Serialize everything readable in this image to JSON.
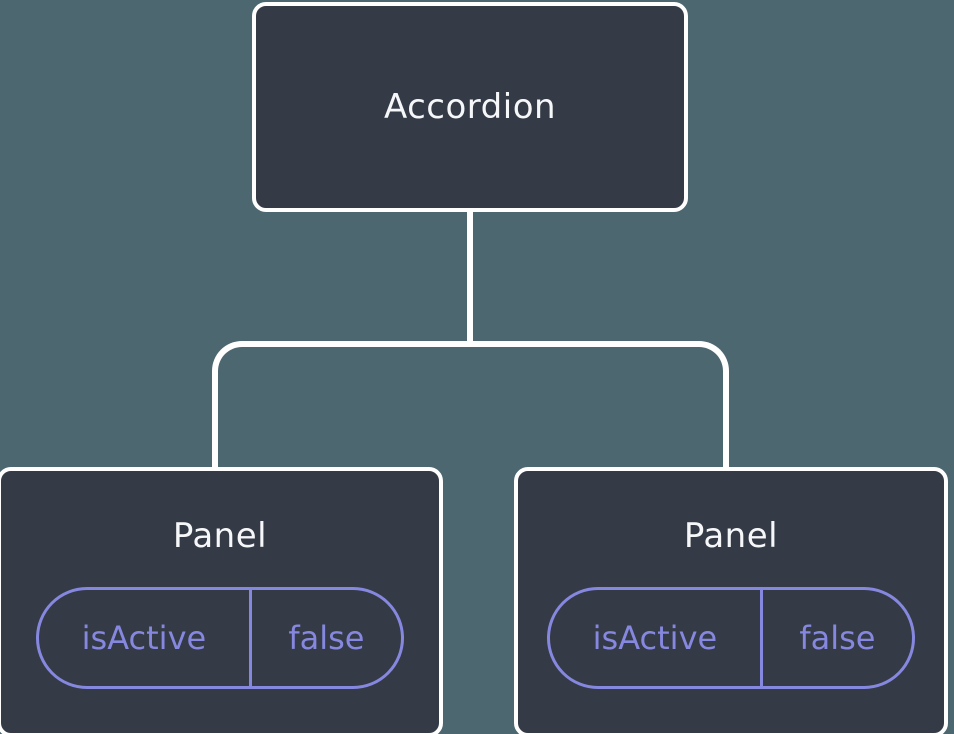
{
  "diagram": {
    "type": "component-tree",
    "root": {
      "label": "Accordion",
      "children": [
        {
          "label": "Panel",
          "state": {
            "key": "isActive",
            "value": "false"
          }
        },
        {
          "label": "Panel",
          "state": {
            "key": "isActive",
            "value": "false"
          }
        }
      ]
    }
  },
  "colors": {
    "background": "#4D6770",
    "node_fill": "#343A46",
    "node_border": "#FFFFFF",
    "title_text": "#F6F7F9",
    "accent": "#8688E0"
  }
}
